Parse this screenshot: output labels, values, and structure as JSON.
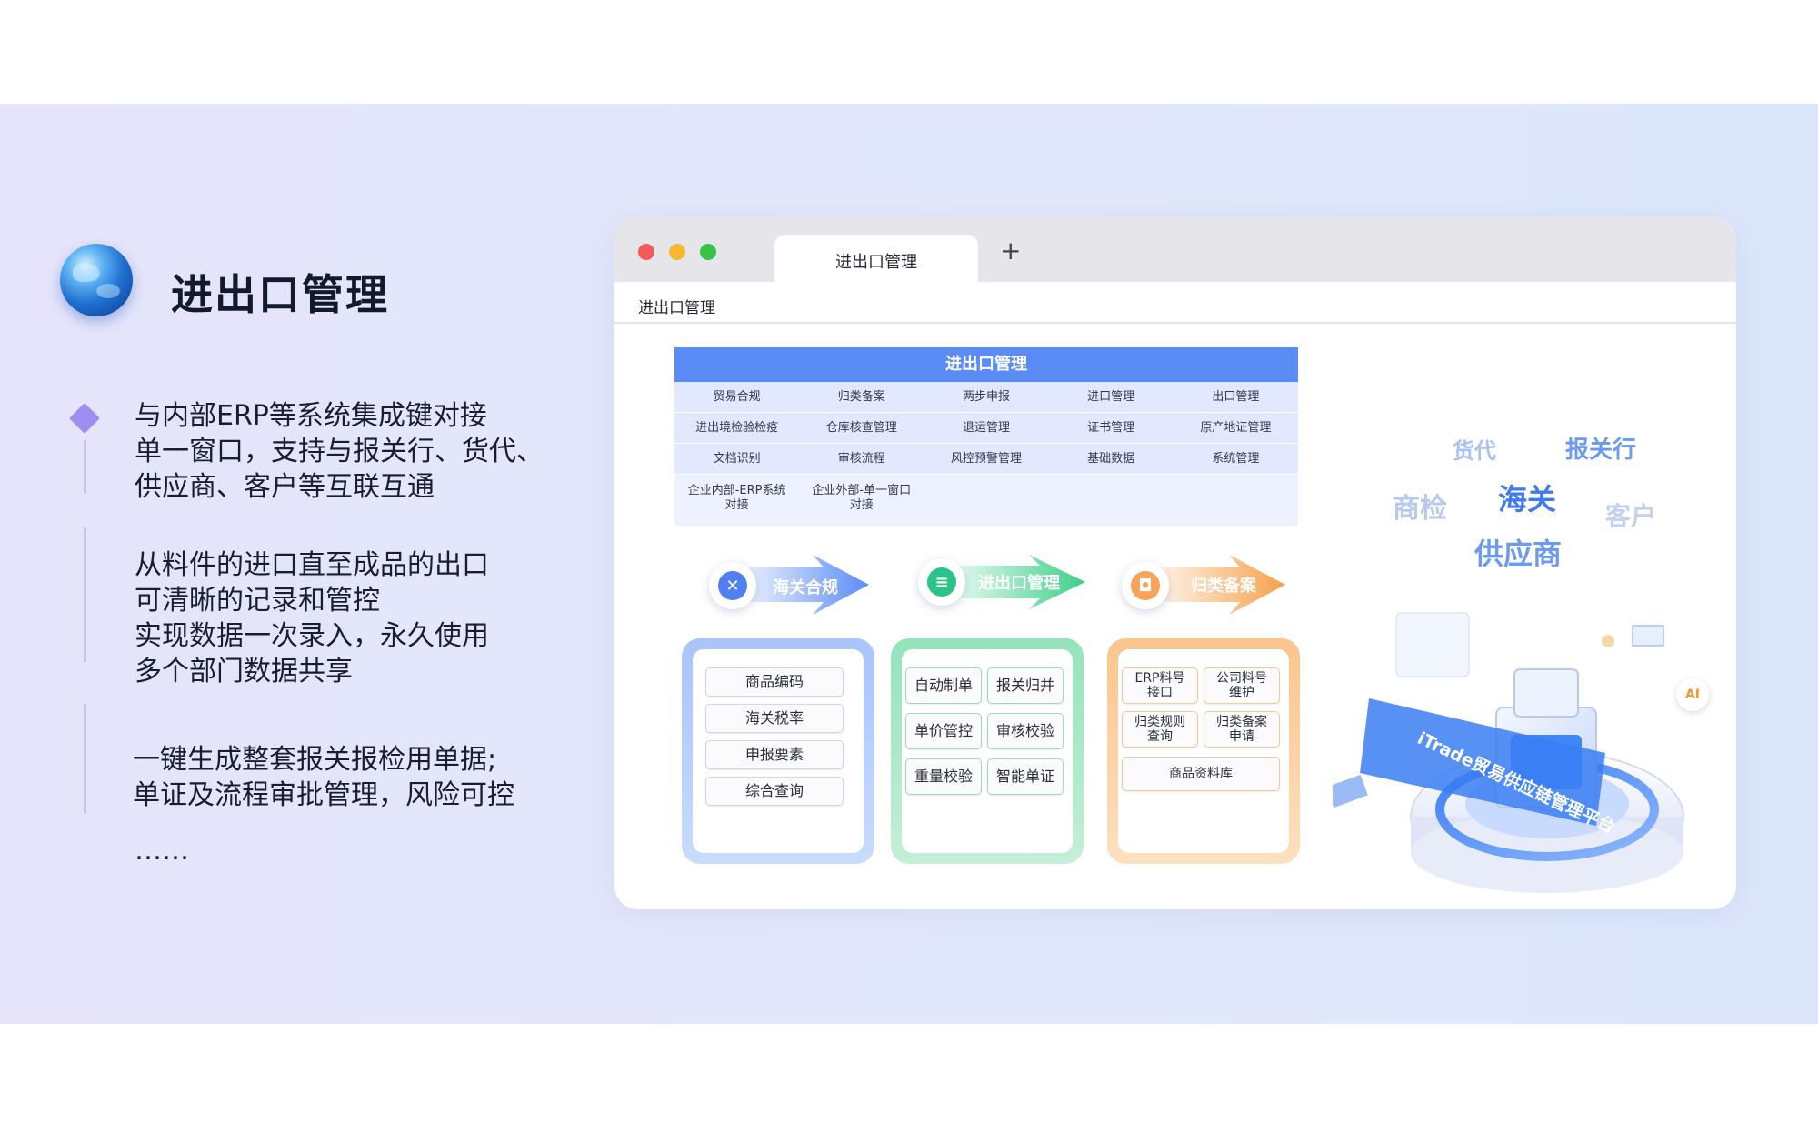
{
  "colors": {
    "accent": "#5b8cf5",
    "purple": "#a08df2",
    "green": "#3ccf87",
    "orange": "#f7a04a"
  },
  "page": {
    "title": "进出口管理",
    "points": [
      [
        "与内部ERP等系统集成键对接",
        "单一窗口，支持与报关行、货代、",
        "供应商、客户等互联互通"
      ],
      [
        "从料件的进口直至成品的出口",
        "可清晰的记录和管控",
        "实现数据一次录入，永久使用",
        "多个部门数据共享"
      ],
      [
        "一键生成整套报关报检用单据;",
        "单证及流程审批管理，风险可控"
      ]
    ],
    "ellipsis": "……"
  },
  "browser": {
    "tab_title": "进出口管理",
    "new_tab": "+",
    "address": "进出口管理"
  },
  "modules": {
    "header": "进出口管理",
    "rows": [
      [
        "贸易合规",
        "归类备案",
        "两步申报",
        "进口管理",
        "出口管理"
      ],
      [
        "进出境检验检疫",
        "仓库核查管理",
        "退运管理",
        "证书管理",
        "原产地证管理"
      ],
      [
        "文档识别",
        "审核流程",
        "风控预警管理",
        "基础数据",
        "系统管理"
      ],
      [
        "企业内部-ERP系统\n对接",
        "企业外部-单一窗口\n对接",
        "",
        "",
        ""
      ]
    ]
  },
  "flows": [
    {
      "label": "海关合规",
      "icon": "close-circle-icon",
      "items": [
        "商品编码",
        "海关税率",
        "申报要素",
        "综合查询"
      ]
    },
    {
      "label": "进出口管理",
      "icon": "list-icon",
      "items": [
        "自动制单",
        "报关归并",
        "单价管控",
        "审核校验",
        "重量校验",
        "智能单证"
      ]
    },
    {
      "label": "归类备案",
      "icon": "shield-icon",
      "items": [
        "ERP料号\n接口",
        "公司料号\n维护",
        "归类规则\n查询",
        "归类备案\n申请",
        "商品资料库"
      ]
    }
  ],
  "cloud": [
    "货代",
    "报关行",
    "商检",
    "海关",
    "客户",
    "供应商"
  ],
  "platform": {
    "label": "iTrade贸易供应链管理平台",
    "ai_badge": "AI"
  }
}
